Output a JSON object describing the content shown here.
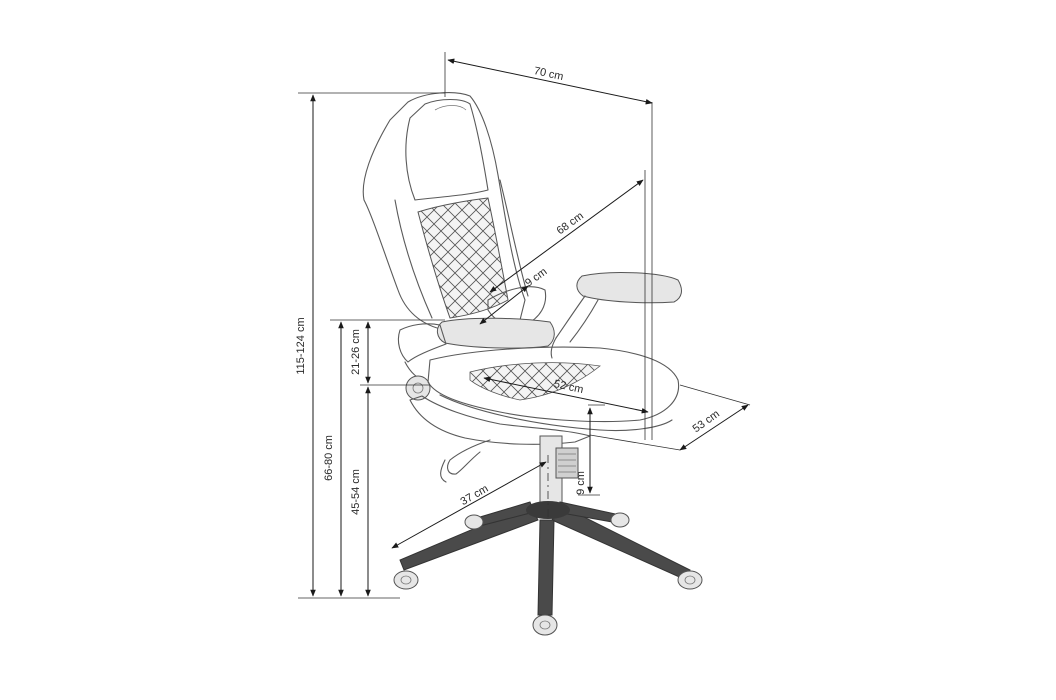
{
  "colors": {
    "line": "#1a1a1a",
    "outline": "#5a5a5a",
    "background": "#ffffff"
  },
  "dimensions": {
    "width_total": "70 cm",
    "backrest_height": "68 cm",
    "lumbar_offset": "9 cm",
    "seat_depth": "52 cm",
    "depth_total": "53 cm",
    "height_total": "115-124 cm",
    "armrest_height": "66-80 cm",
    "seat_height": "45-54 cm",
    "armrest_above_seat": "21-26 cm",
    "base_radius": "37 cm",
    "gas_lift_travel": "9 cm"
  }
}
